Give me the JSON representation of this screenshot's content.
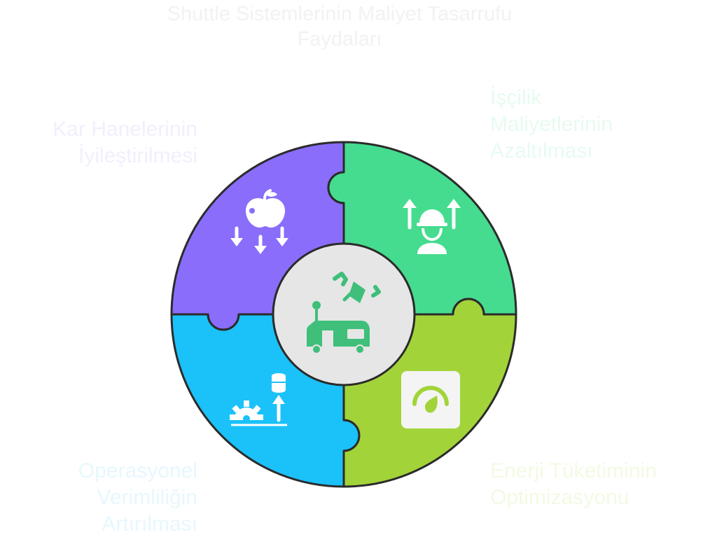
{
  "title": {
    "line1": "Shuttle Sistemlerinin Maliyet Tasarrufu",
    "line2": "Faydaları"
  },
  "segments": {
    "top_left": {
      "lines": [
        "Kar Hanelerinin",
        "İyileştirilmesi"
      ]
    },
    "top_right": {
      "lines": [
        "İşçilik",
        "Maliyetlerinin",
        "Azaltılması"
      ]
    },
    "bottom_left": {
      "lines": [
        "Operasyonel",
        "Verimliliğin",
        "Artırılması"
      ]
    },
    "bottom_right": {
      "lines": [
        "Enerji Tüketiminin",
        "Optimizasyonu"
      ]
    }
  },
  "colors": {
    "title_text": "#f2f2f2",
    "top_left_fill": "#8a6dfb",
    "top_right_fill": "#45dc8f",
    "bottom_left_fill": "#1bc1f9",
    "bottom_right_fill": "#a2d43a",
    "center_fill": "#e6e6e6",
    "outline": "#2b2b2b",
    "top_left_text": "#f1effe",
    "top_right_text": "#e7fbf1",
    "bottom_left_text": "#e7f7fe",
    "bottom_right_text": "#f2fae3",
    "icon_white": "#ffffff",
    "center_icon": "#3fbf7a"
  },
  "icons": {
    "top_left": "apple-falling-arrows-icon",
    "top_right": "worker-up-arrows-icon",
    "bottom_left": "gear-database-arrow-icon",
    "bottom_right": "gauge-drop-icon",
    "center": "shuttle-vehicle-icon"
  }
}
